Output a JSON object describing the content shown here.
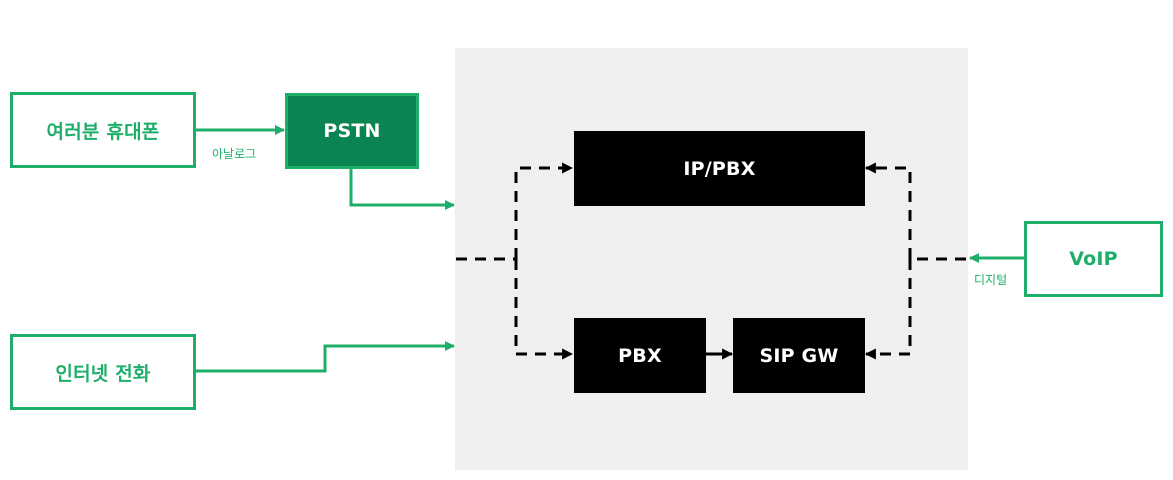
{
  "diagram": {
    "nodes": {
      "mobile": "여러분 휴대폰",
      "pstn": "PSTN",
      "internet_phone": "인터넷 전화",
      "ip_pbx": "IP/PBX",
      "pbx": "PBX",
      "sip_gw": "SIP GW",
      "voip": "VoIP"
    },
    "labels": {
      "analog": "아날로그",
      "digital": "디지털"
    },
    "colors": {
      "green": "#1fae6a",
      "dark_green": "#0a8450",
      "panel": "#efefef",
      "black": "#000000"
    }
  }
}
